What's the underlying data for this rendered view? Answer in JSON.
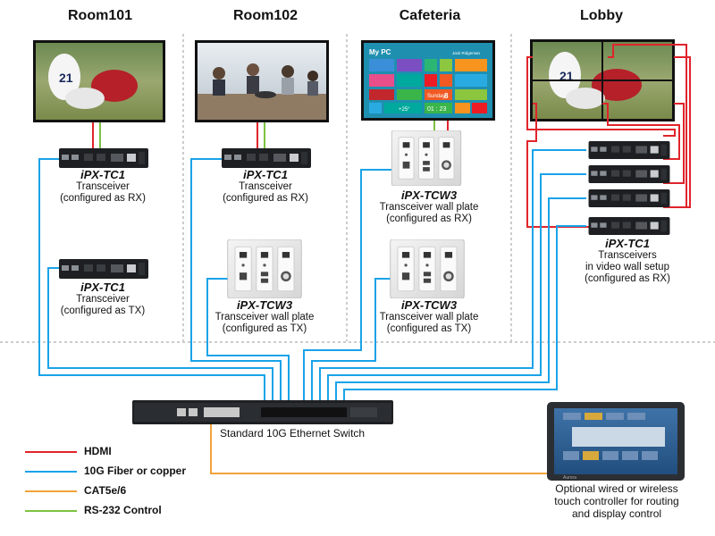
{
  "rooms": [
    {
      "name": "Room101"
    },
    {
      "name": "Room102"
    },
    {
      "name": "Cafeteria"
    },
    {
      "name": "Lobby"
    }
  ],
  "cafeteria_screen": {
    "title": "My PC",
    "user": "Jack Ridgeman",
    "day": "Sunday",
    "date": "8",
    "time": "01 : 23",
    "temp": "+25°"
  },
  "tv_jersey": "21",
  "devices": {
    "r101_rx": {
      "model": "iPX-TC1",
      "line1": "Transceiver",
      "line2": "(configured as RX)"
    },
    "r101_tx": {
      "model": "iPX-TC1",
      "line1": "Transceiver",
      "line2": "(configured as TX)"
    },
    "r102_rx": {
      "model": "iPX-TC1",
      "line1": "Transceiver",
      "line2": "(configured as RX)"
    },
    "r102_tx": {
      "model": "iPX-TCW3",
      "line1": "Transceiver wall plate",
      "line2": "(configured as TX)"
    },
    "caf_rx": {
      "model": "iPX-TCW3",
      "line1": "Transceiver wall plate",
      "line2": "(configured as RX)"
    },
    "caf_tx": {
      "model": "iPX-TCW3",
      "line1": "Transceiver wall plate",
      "line2": "(configured as TX)"
    },
    "lobby_rx": {
      "model": "iPX-TC1",
      "line1": "Transceivers",
      "line2": "in video wall setup",
      "line3": "(configured as RX)"
    }
  },
  "switch": {
    "label": "Standard 10G Ethernet Switch"
  },
  "controller": {
    "caption_line1": "Optional wired or wireless",
    "caption_line2": "touch controller for routing",
    "caption_line3": "and display control",
    "brand": "Aurora"
  },
  "legend": [
    {
      "label": "HDMI",
      "color": "#e0242b"
    },
    {
      "label": "10G Fiber or copper",
      "color": "#1aa3e8"
    },
    {
      "label": "CAT5e/6",
      "color": "#f2a33a"
    },
    {
      "label": "RS-232 Control",
      "color": "#7cc242"
    }
  ]
}
